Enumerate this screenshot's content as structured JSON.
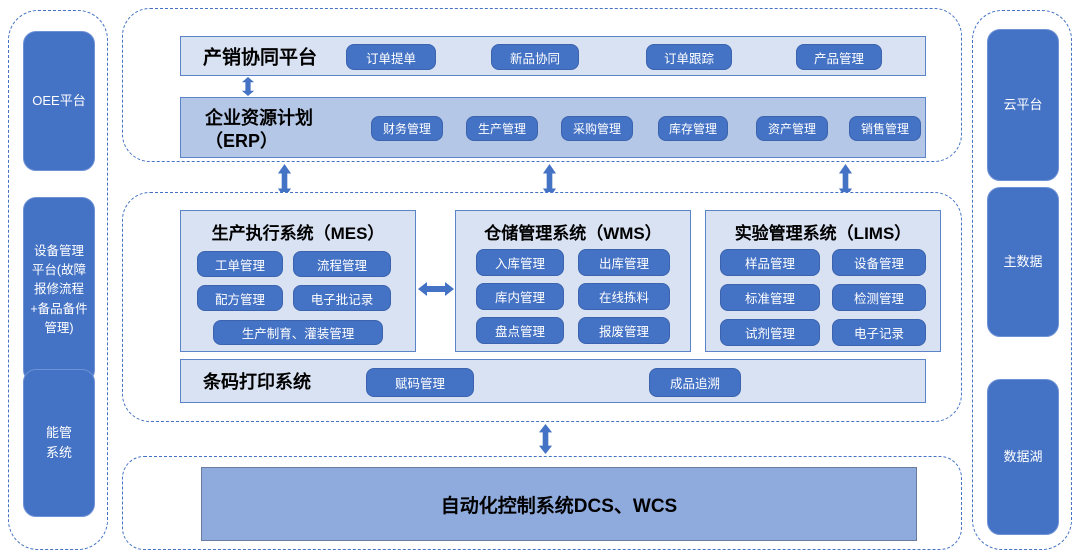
{
  "colors": {
    "node_blue": "#4472C4",
    "light_fill": "#D9E2F3",
    "erp_fill": "#B4C7E7",
    "dcs_fill": "#8FAADC",
    "dash_border": "#4472C4"
  },
  "left_panel": {
    "items": [
      {
        "label": "OEE平台"
      },
      {
        "label": "设备管理平台(故障报修流程+备品备件管理)"
      },
      {
        "label": "能管系统"
      }
    ]
  },
  "right_panel": {
    "items": [
      {
        "label": "云平台"
      },
      {
        "label": "主数据"
      },
      {
        "label": "数据湖"
      }
    ]
  },
  "top": {
    "sales": {
      "title": "产销协同平台",
      "buttons": [
        "订单提单",
        "新品协同",
        "订单跟踪",
        "产品管理"
      ]
    },
    "erp": {
      "title_line1": "企业资源计划",
      "title_line2": "（ERP）",
      "buttons": [
        "财务管理",
        "生产管理",
        "采购管理",
        "库存管理",
        "资产管理",
        "销售管理"
      ]
    }
  },
  "middle": {
    "mes": {
      "title": "生产执行系统（MES）",
      "buttons": [
        "工单管理",
        "流程管理",
        "配方管理",
        "电子批记录",
        "生产制育、灌装管理"
      ]
    },
    "wms": {
      "title": "仓储管理系统（WMS）",
      "buttons": [
        "入库管理",
        "出库管理",
        "库内管理",
        "在线拣料",
        "盘点管理",
        "报废管理"
      ]
    },
    "lims": {
      "title": "实验管理系统（LIMS）",
      "buttons": [
        "样品管理",
        "设备管理",
        "标准管理",
        "检测管理",
        "试剂管理",
        "电子记录"
      ]
    },
    "barcode": {
      "title": "条码打印系统",
      "buttons": [
        "赋码管理",
        "成品追溯"
      ]
    }
  },
  "bottom": {
    "dcs": {
      "title": "自动化控制系统DCS、WCS"
    }
  }
}
